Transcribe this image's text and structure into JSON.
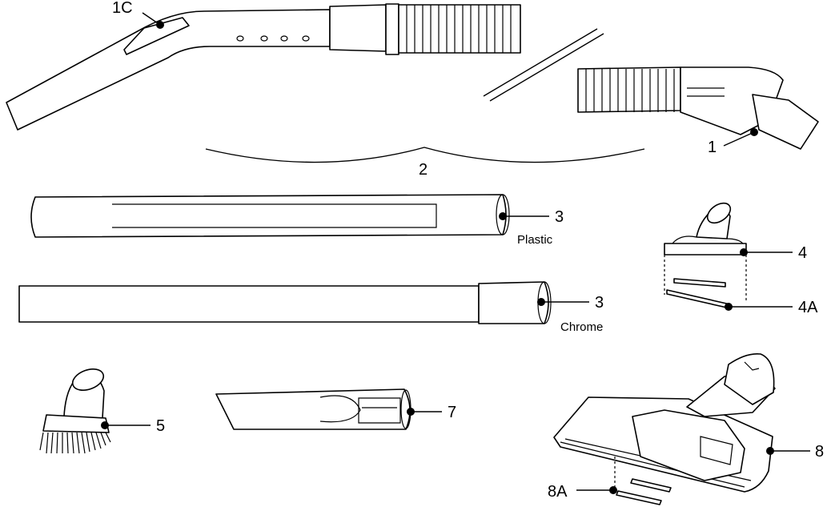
{
  "labels": {
    "part_1c": "1C",
    "part_1": "1",
    "part_2": "2",
    "part_3_plastic": "3",
    "part_3_plastic_sub": "Plastic",
    "part_3_chrome": "3",
    "part_3_chrome_sub": "Chrome",
    "part_4": "4",
    "part_4a": "4A",
    "part_5": "5",
    "part_7": "7",
    "part_8": "8",
    "part_8a": "8A"
  },
  "colors": {
    "line": "#000000",
    "background": "#ffffff"
  }
}
